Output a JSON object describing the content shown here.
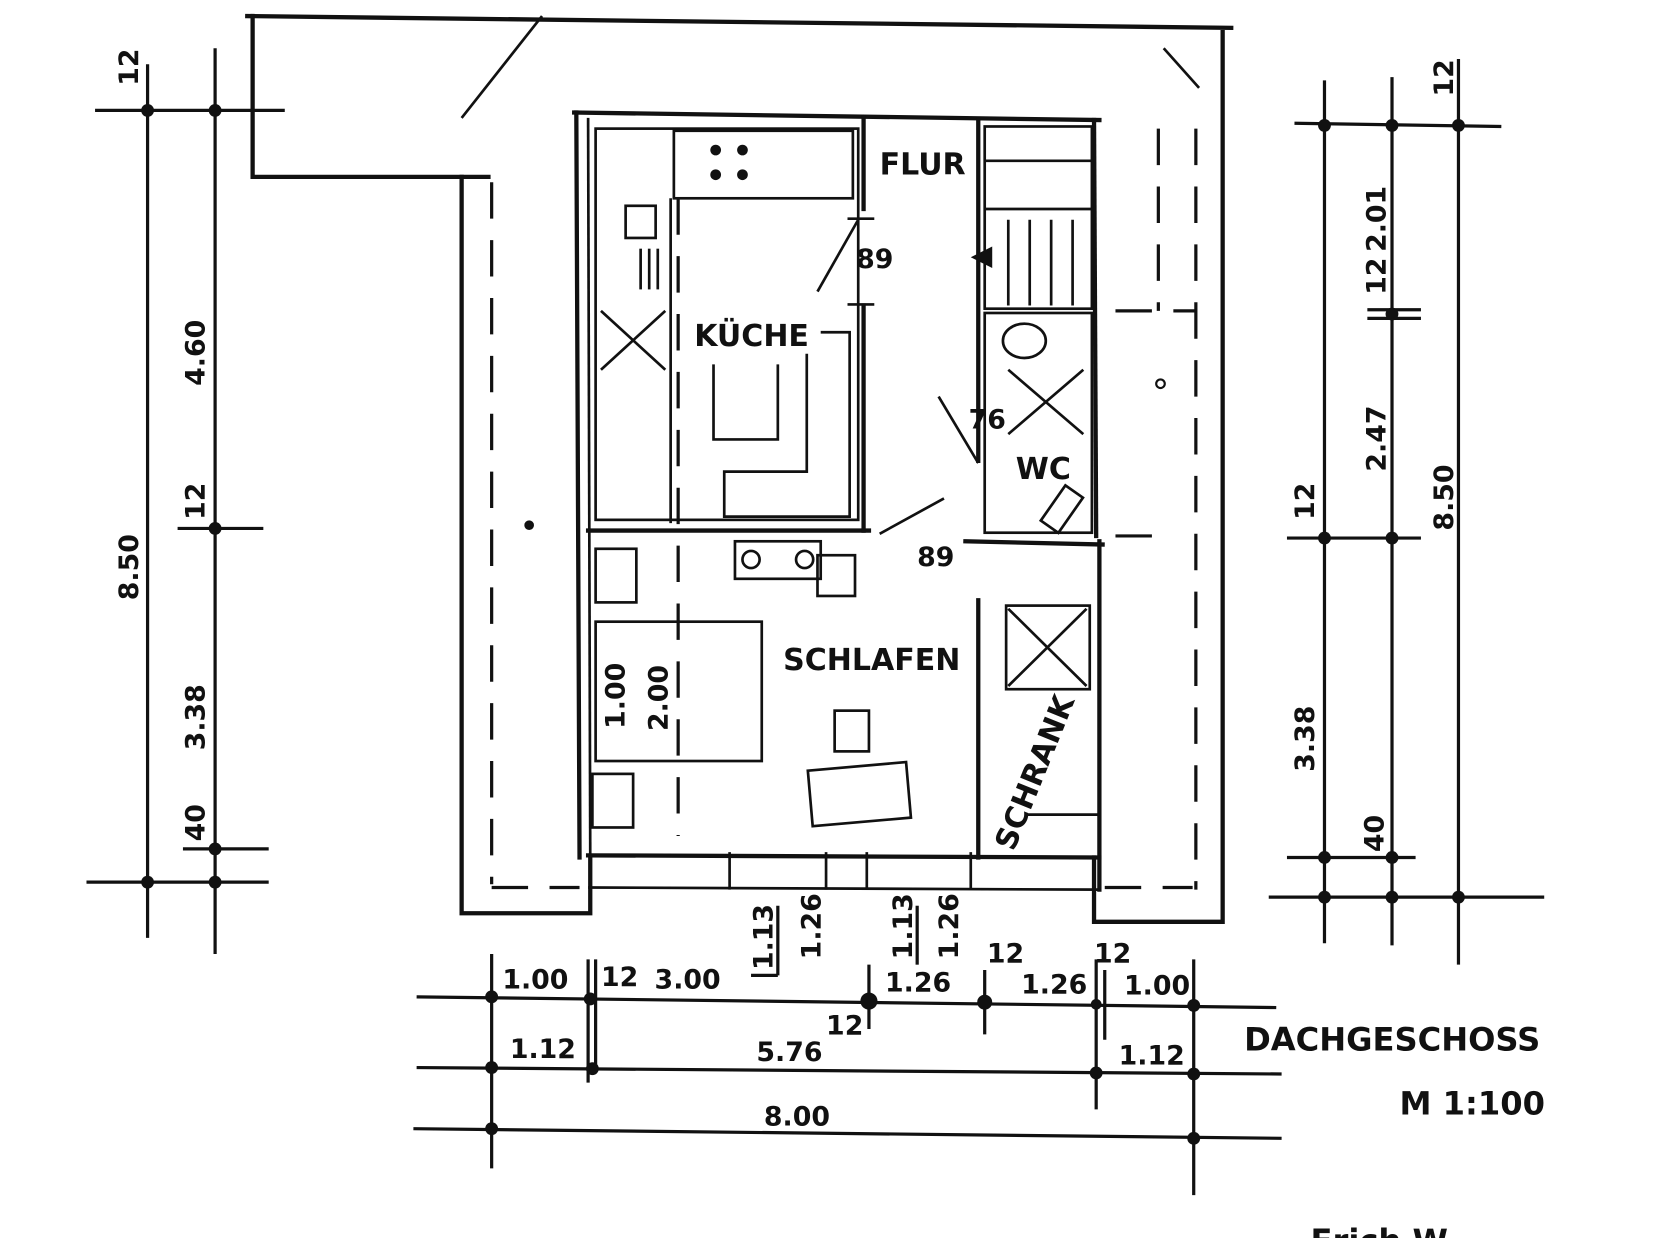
{
  "plan": {
    "title": "DACHGESCHOSS",
    "scale": "M 1:100",
    "signature_partial": "Erich W",
    "colors": {
      "ink": "#111111",
      "paper": "#ffffff"
    }
  },
  "rooms": {
    "flur": "FLUR",
    "kueche": "KÜCHE",
    "wc": "WC",
    "schlafen": "SCHLAFEN",
    "schrank": "SCHRANK"
  },
  "door_widths": {
    "kitchen_door": "89",
    "bedroom_door": "89",
    "wc_door": "76"
  },
  "bed": {
    "width": "1.00",
    "length": "2.00"
  },
  "dimensions_left": {
    "top_wall": "12",
    "upper": "4.60",
    "mid_wall": "12",
    "total": "8.50",
    "lower": "3.38",
    "bottom": "40"
  },
  "dimensions_right": {
    "top_wall": "12",
    "upper": "2.01",
    "stair_wall": "12",
    "middle": "2.47",
    "total": "8.50",
    "mid_wall": "12",
    "lower": "3.38",
    "bottom": "40"
  },
  "dimensions_bottom": {
    "window1_h": "1.13",
    "window1_w": "1.26",
    "window2_h": "1.13",
    "window2_w": "1.26",
    "row1": [
      "1.00",
      "12",
      "3.00",
      "1.26",
      "12",
      "1.26",
      "12",
      "1.00"
    ],
    "row1_extra_12": "12",
    "row2": [
      "1.12",
      "5.76",
      "1.12"
    ],
    "total": "8.00"
  }
}
